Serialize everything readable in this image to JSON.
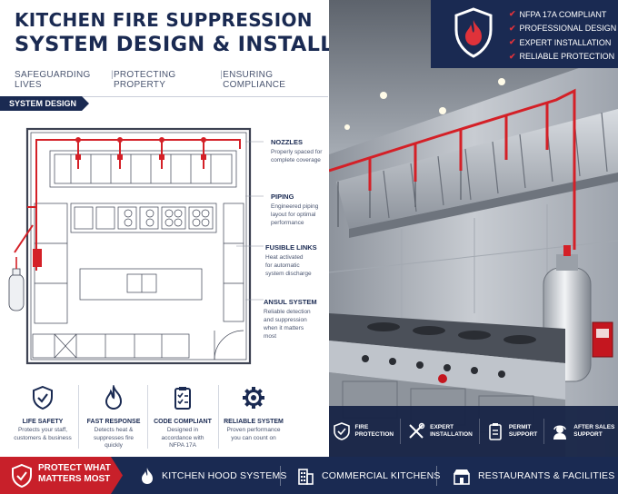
{
  "header": {
    "title_line1": "KITCHEN FIRE SUPPRESSION",
    "title_line2": "SYSTEM DESIGN & INSTALLATION",
    "taglines": [
      "SAFEGUARDING LIVES",
      "PROTECTING PROPERTY",
      "ENSURING COMPLIANCE"
    ]
  },
  "design": {
    "tab_label": "SYSTEM DESIGN",
    "callouts": [
      {
        "title": "NOZZLES",
        "body": [
          "Properly spaced for",
          "complete coverage"
        ]
      },
      {
        "title": "PIPING",
        "body": [
          "Engineered piping",
          "layout for optimal",
          "performance"
        ]
      },
      {
        "title": "FUSIBLE LINKS",
        "body": [
          "Heat activated",
          "for automatic",
          "system discharge"
        ]
      },
      {
        "title": "ANSUL SYSTEM",
        "body": [
          "Reliable detection",
          "and suppression",
          "when it matters",
          "most"
        ]
      }
    ]
  },
  "features": [
    {
      "icon": "shield-check-icon",
      "title": "LIFE SAFETY",
      "body": [
        "Protects your staff,",
        "customers & business"
      ]
    },
    {
      "icon": "flame-icon",
      "title": "FAST RESPONSE",
      "body": [
        "Detects heat &",
        "suppresses fire",
        "quickly"
      ]
    },
    {
      "icon": "clipboard-check-icon",
      "title": "CODE COMPLIANT",
      "body": [
        "Designed in",
        "accordance with",
        "NFPA 17A"
      ]
    },
    {
      "icon": "gear-icon",
      "title": "RELIABLE SYSTEM",
      "body": [
        "Proven performance",
        "you can count on"
      ]
    }
  ],
  "badge_list": [
    "NFPA 17A COMPLIANT",
    "PROFESSIONAL DESIGN",
    "EXPERT INSTALLATION",
    "RELIABLE PROTECTION"
  ],
  "services": [
    {
      "icon": "shield-check-icon",
      "line1": "FIRE",
      "line2": "PROTECTION"
    },
    {
      "icon": "tools-icon",
      "line1": "EXPERT",
      "line2": "INSTALLATION"
    },
    {
      "icon": "clipboard-icon",
      "line1": "PERMIT",
      "line2": "SUPPORT"
    },
    {
      "icon": "support-agent-icon",
      "line1": "AFTER SALES",
      "line2": "SUPPORT"
    }
  ],
  "footer": {
    "protect_line1": "PROTECT WHAT",
    "protect_line2": "MATTERS MOST",
    "items": [
      {
        "icon": "flame-icon",
        "label": "KITCHEN HOOD SYSTEMS"
      },
      {
        "icon": "building-icon",
        "label": "COMMERCIAL KITCHENS"
      },
      {
        "icon": "restaurant-icon",
        "label": "RESTAURANTS & FACILITIES"
      }
    ]
  },
  "colors": {
    "navy": "#1a2a52",
    "red": "#c8202a",
    "steel": "#b9bec6"
  }
}
